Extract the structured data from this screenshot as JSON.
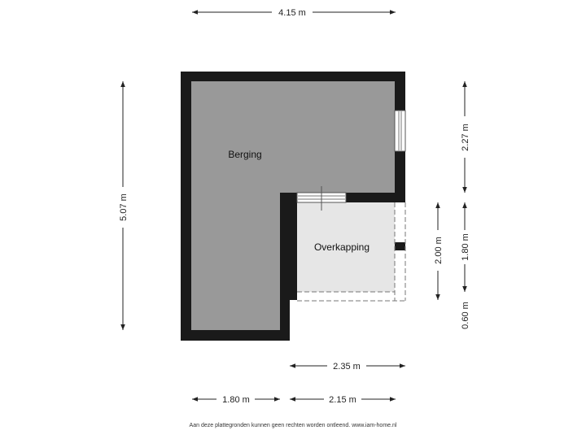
{
  "rooms": {
    "berging": "Berging",
    "overkapping": "Overkapping"
  },
  "dimensions": {
    "top_width": "4.15 m",
    "left_height": "5.07 m",
    "right_upper": "2.27 m",
    "right_middle": "1.80 m",
    "right_lower": "0.60 m",
    "overkapping_height": "2.00 m",
    "overkapping_width": "2.35 m",
    "bottom_left": "1.80 m",
    "bottom_right": "2.15 m"
  },
  "footer": "Aan deze plattegronden kunnen geen rechten worden ontleend. www.iam-home.nl",
  "colors": {
    "wall": "#1a1a1a",
    "berging_floor": "#999999",
    "overkapping_floor": "#e6e6e6",
    "dimension_line": "#222222"
  }
}
